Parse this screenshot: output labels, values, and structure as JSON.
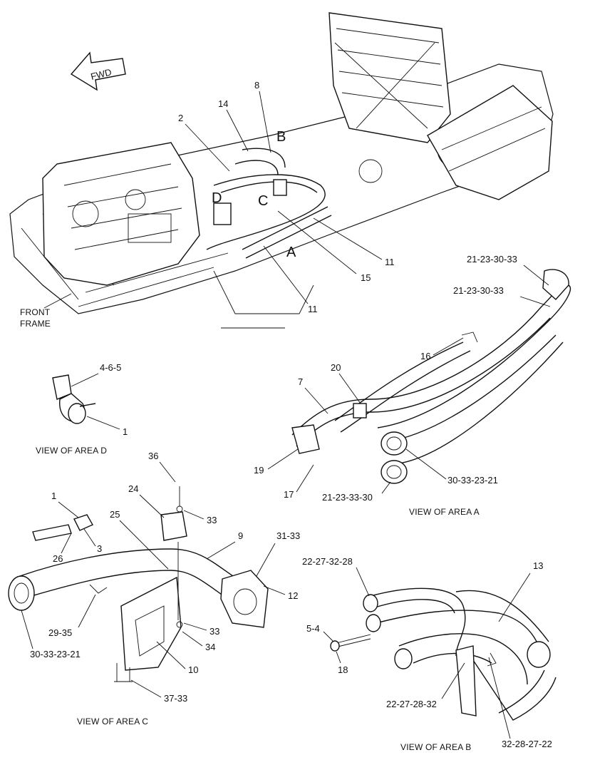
{
  "direction": {
    "text": "FWD"
  },
  "main": {
    "front_frame": [
      "FRONT",
      "FRAME"
    ],
    "area_letters": {
      "a": "A",
      "b": "B",
      "c": "C",
      "d": "D"
    },
    "callouts": {
      "c2": "2",
      "c8": "8",
      "c14": "14",
      "c11a": "11",
      "c15": "15",
      "c11b": "11"
    }
  },
  "area_d": {
    "title": "VIEW OF AREA D",
    "callouts": {
      "c465": "4-6-5",
      "c1": "1"
    }
  },
  "area_a": {
    "title": "VIEW OF AREA A",
    "callouts": {
      "c21_top1": "21-23-30-33",
      "c21_top2": "21-23-30-33",
      "c16": "16",
      "c20": "20",
      "c7": "7",
      "c19": "19",
      "c17": "17",
      "c21_bottom": "21-23-33-30",
      "c30": "30-33-23-21"
    }
  },
  "area_c": {
    "title": "VIEW OF AREA C",
    "callouts": {
      "c36": "36",
      "c24": "24",
      "c33a": "33",
      "c1": "1",
      "c25": "25",
      "c9": "9",
      "c3133": "31-33",
      "c26": "26",
      "c3": "3",
      "c12": "12",
      "c2935": "29-35",
      "c33b": "33",
      "c34": "34",
      "c30": "30-33-23-21",
      "c10": "10",
      "c3733": "37-33"
    }
  },
  "area_b": {
    "title": "VIEW OF AREA B",
    "callouts": {
      "c22top": "22-27-32-28",
      "c13": "13",
      "c54": "5-4",
      "c18": "18",
      "c22bottom": "22-27-28-32",
      "c32": "32-28-27-22"
    }
  }
}
